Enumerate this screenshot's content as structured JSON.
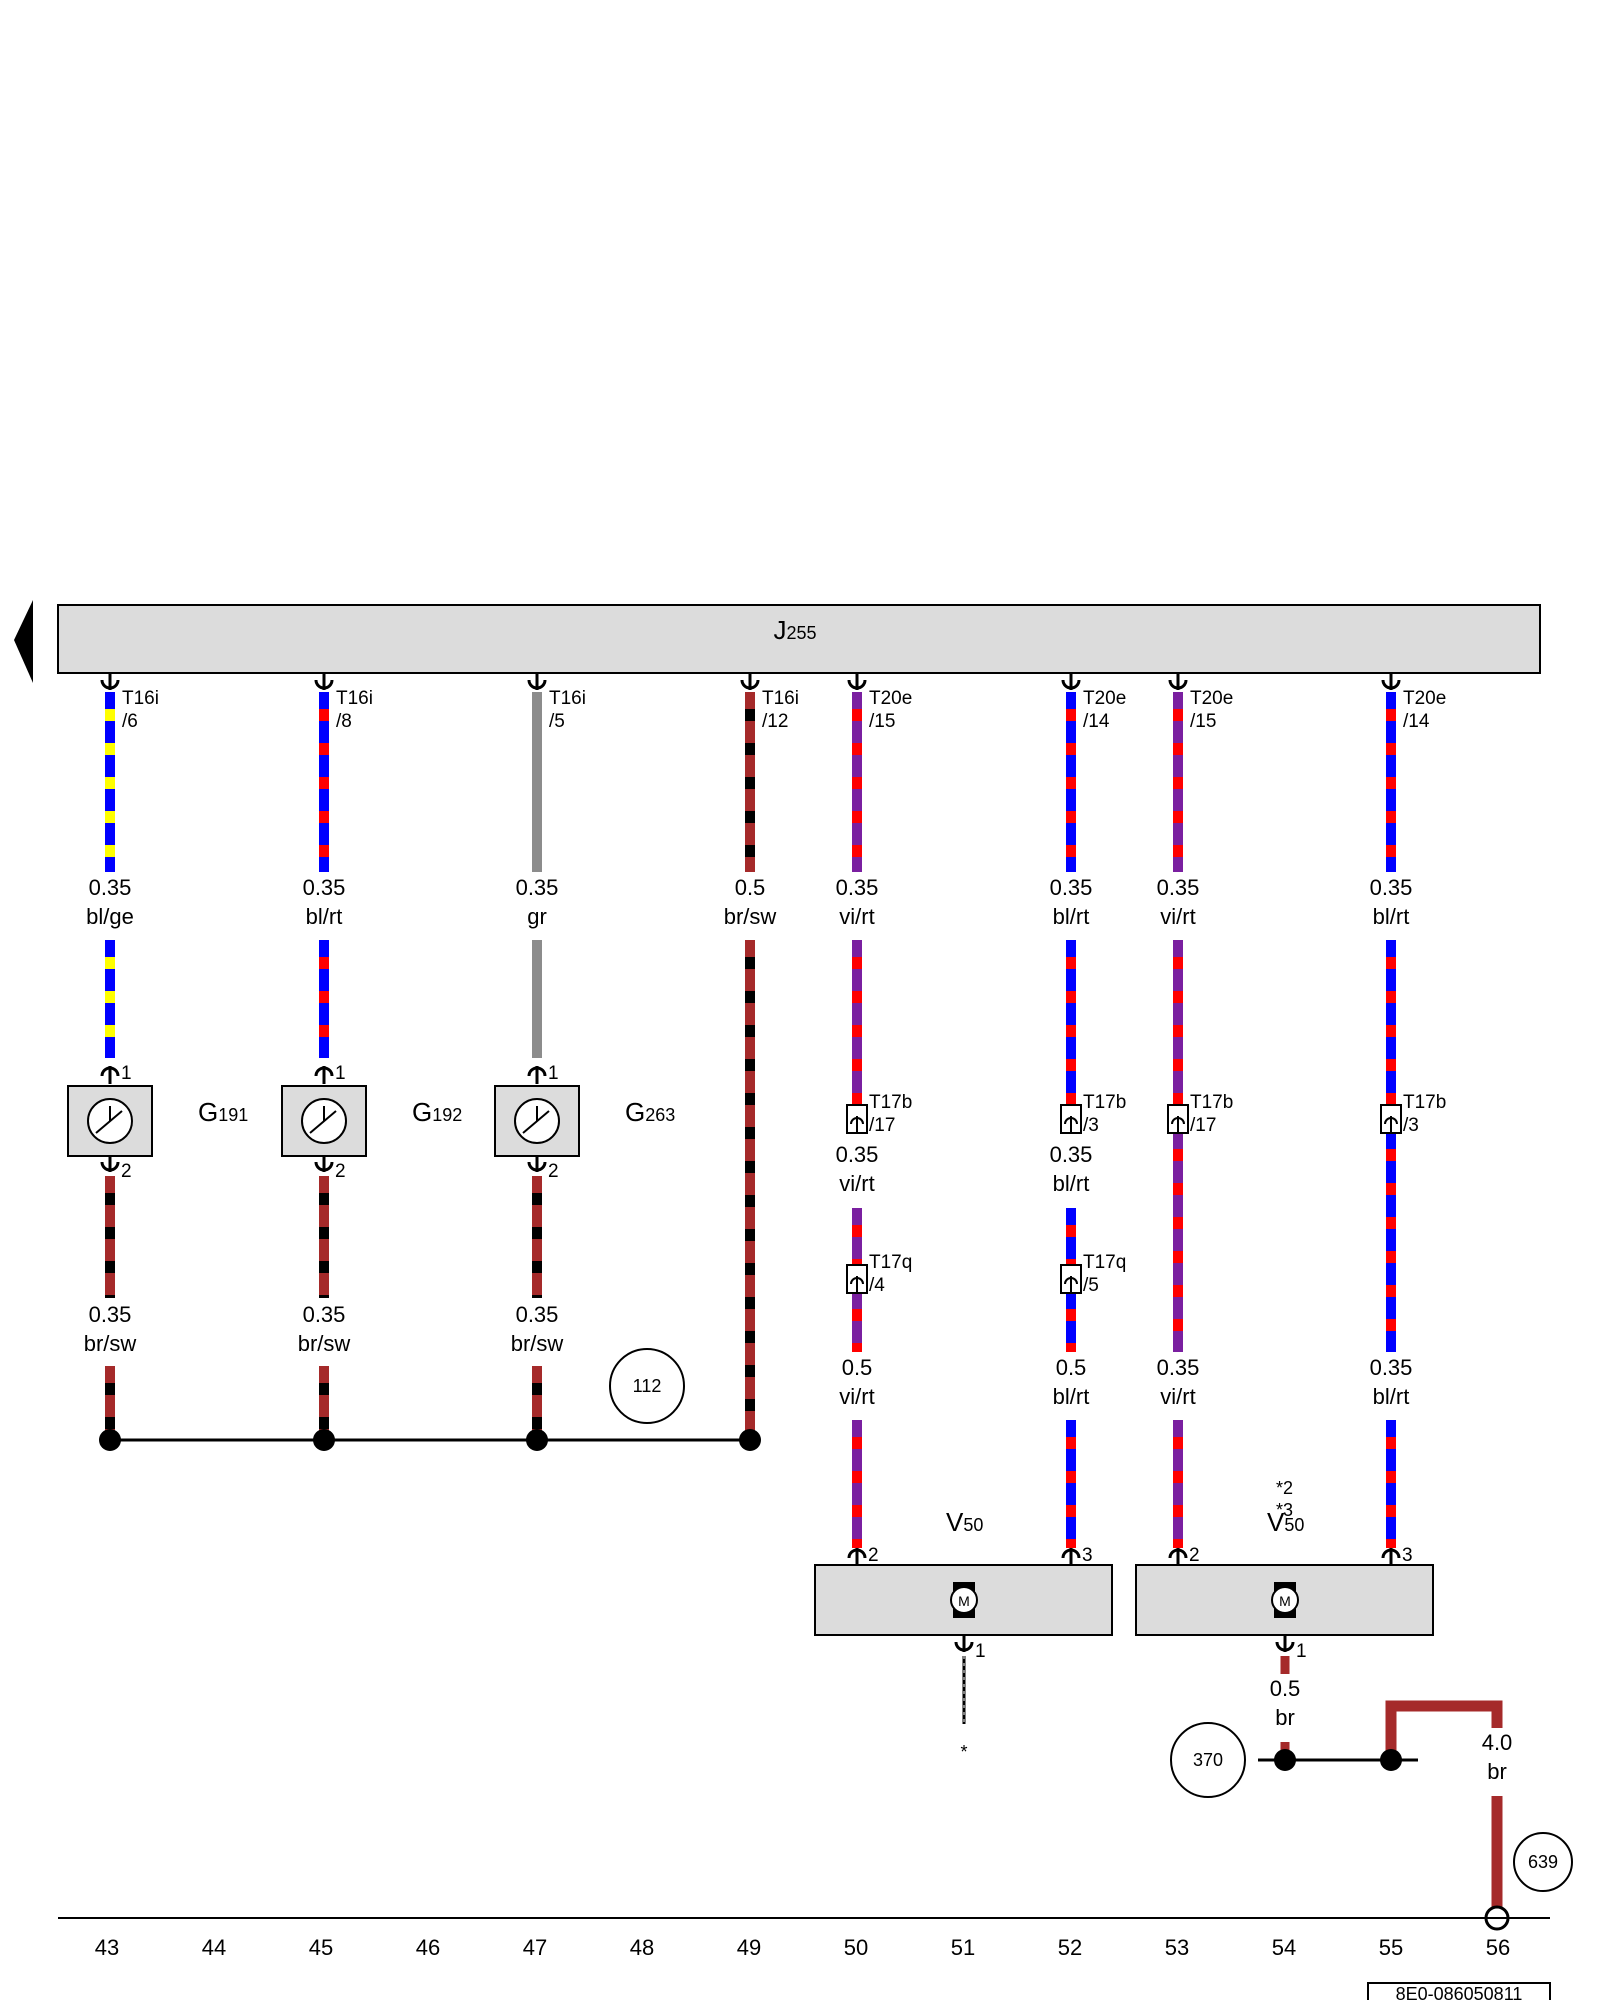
{
  "colors": {
    "bl": "#0000ff",
    "ge": "#ffff00",
    "rt": "#ff0000",
    "gr": "#8c8c8c",
    "br": "#a52a2a",
    "sw": "#000000",
    "vi": "#7a1fa0",
    "component_fill": "#dcdcdc"
  },
  "module": {
    "name": "J",
    "sub": "255"
  },
  "sensors": [
    {
      "name": "G",
      "sub": "191",
      "icon": "sensor-icon"
    },
    {
      "name": "G",
      "sub": "192",
      "icon": "sensor-icon"
    },
    {
      "name": "G",
      "sub": "263",
      "icon": "sensor-icon"
    }
  ],
  "motors": [
    {
      "name": "V",
      "sub": "50",
      "icon": "motor-icon",
      "note": ""
    },
    {
      "name": "V",
      "sub": "50",
      "icon": "motor-icon",
      "note": "*2\n*3"
    }
  ],
  "wires": [
    {
      "connector": "T16i",
      "pin": "/6",
      "size": "0.35",
      "color": "bl/ge"
    },
    {
      "connector": "T16i",
      "pin": "/8",
      "size": "0.35",
      "color": "bl/rt"
    },
    {
      "connector": "T16i",
      "pin": "/5",
      "size": "0.35",
      "color": "gr"
    },
    {
      "connector": "T16i",
      "pin": "/12",
      "size": "0.5",
      "color": "br/sw"
    },
    {
      "connector": "T20e",
      "pin": "/15",
      "size": "0.35",
      "color": "vi/rt"
    },
    {
      "connector": "T20e",
      "pin": "/14",
      "size": "0.35",
      "color": "bl/rt"
    },
    {
      "connector": "T20e",
      "pin": "/15",
      "size": "0.35",
      "color": "vi/rt"
    },
    {
      "connector": "T20e",
      "pin": "/14",
      "size": "0.35",
      "color": "bl/rt"
    }
  ],
  "sensor_pins": {
    "in": "1",
    "out": "2"
  },
  "sensor_ground_wire": {
    "size": "0.35",
    "color": "br/sw"
  },
  "inline_connectors": [
    {
      "name": "T17b",
      "pin": "/17",
      "size": "0.35",
      "color": "vi/rt"
    },
    {
      "name": "T17b",
      "pin": "/3",
      "size": "0.35",
      "color": "bl/rt"
    },
    {
      "name": "T17b",
      "pin": "/17",
      "size": "0.35",
      "color": "vi/rt"
    },
    {
      "name": "T17b",
      "pin": "/3",
      "size": "0.35",
      "color": "bl/rt"
    },
    {
      "name": "T17q",
      "pin": "/4",
      "size": "0.5",
      "color": "vi/rt"
    },
    {
      "name": "T17q",
      "pin": "/5",
      "size": "0.5",
      "color": "bl/rt"
    }
  ],
  "lower_wires": [
    {
      "size": "0.35",
      "color": "vi/rt"
    },
    {
      "size": "0.35",
      "color": "bl/rt"
    }
  ],
  "motor_pins": {
    "a": "2",
    "b": "3",
    "ground": "1"
  },
  "motor2_ground_wire": {
    "size": "0.5",
    "color": "br"
  },
  "main_ground_wire": {
    "size": "4.0",
    "color": "br"
  },
  "footnote_mark": "*",
  "references": [
    "112",
    "370",
    "639"
  ],
  "locations": [
    "43",
    "44",
    "45",
    "46",
    "47",
    "48",
    "49",
    "50",
    "51",
    "52",
    "53",
    "54",
    "55",
    "56"
  ],
  "document_id": "8E0-086050811"
}
